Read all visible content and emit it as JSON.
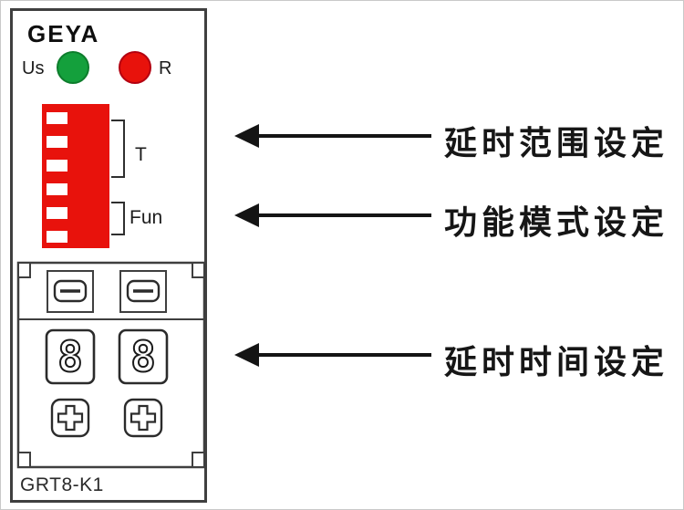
{
  "device": {
    "brand": "GEYA",
    "model": "GRT8-K1",
    "leds": {
      "us_label": "Us",
      "r_label": "R"
    },
    "dip": {
      "t_label": "T",
      "fun_label": "Fun",
      "switch_count": 6
    },
    "dials": {
      "left_digit": "8",
      "right_digit": "8"
    }
  },
  "annotations": [
    {
      "id": "delay-range-setting",
      "label": "延时范围设定"
    },
    {
      "id": "function-mode-setting",
      "label": "功能模式设定"
    },
    {
      "id": "delay-time-setting",
      "label": "延时时间设定"
    }
  ],
  "colors": {
    "led_green": "#14a03c",
    "led_red": "#e8120c",
    "dip_block_red": "#e8120c",
    "outline": "#3f3f3f",
    "arrow_black": "#141414"
  }
}
